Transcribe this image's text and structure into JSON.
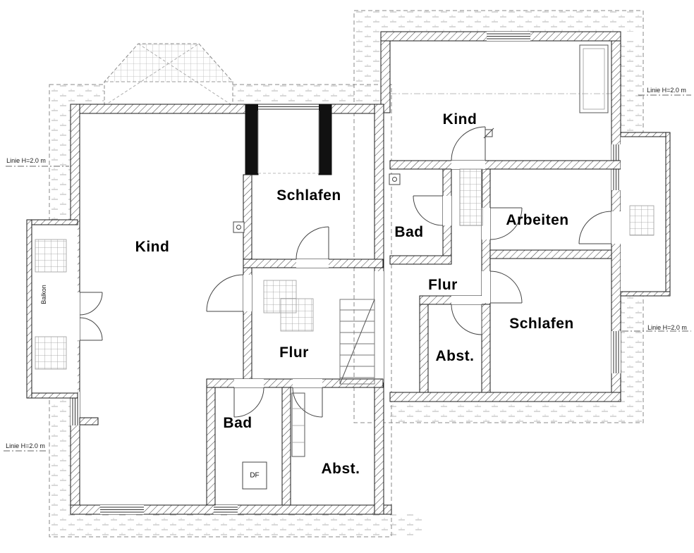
{
  "labels": {
    "kind_left": "Kind",
    "schlafen_left": "Schlafen",
    "flur_left": "Flur",
    "bad_left": "Bad",
    "abst_left": "Abst.",
    "kind_right": "Kind",
    "bad_right": "Bad",
    "arbeiten": "Arbeiten",
    "flur_right": "Flur",
    "schlafen_right": "Schlafen",
    "abst_right": "Abst.",
    "balkon": "Balkon",
    "df": "DF"
  },
  "annotations": {
    "linie_left_top": "Linie H=2.0 m",
    "linie_right_top": "Linie H=2.0 m",
    "linie_right_mid": "Linie H=2.0 m",
    "linie_left_bottom": "Linie H=2.0 m"
  },
  "colors": {
    "wall_stroke": "#1a1a1a",
    "hatch": "#4a4a4a",
    "roof_hatch": "#b5b5b5",
    "furniture_grid": "#9a9a9a",
    "door": "#333333",
    "label": "#000000"
  }
}
